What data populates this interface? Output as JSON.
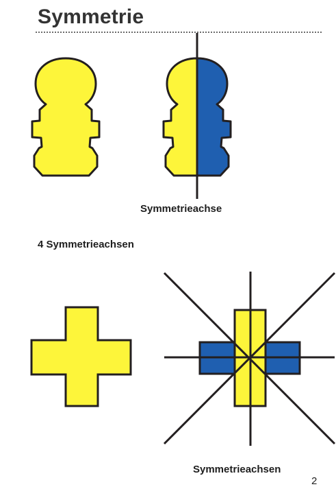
{
  "page": {
    "title": "Symmetrie",
    "number": "2"
  },
  "labels": {
    "single_axis": "Symmetrieachse",
    "axis_count": "4 Symmetrieachsen",
    "multiple_axes": "Symmetrieachsen"
  },
  "colors": {
    "fill_yellow": "#fdf53a",
    "fill_blue": "#1f5fb0",
    "outline": "#231f20",
    "title": "#333333"
  }
}
